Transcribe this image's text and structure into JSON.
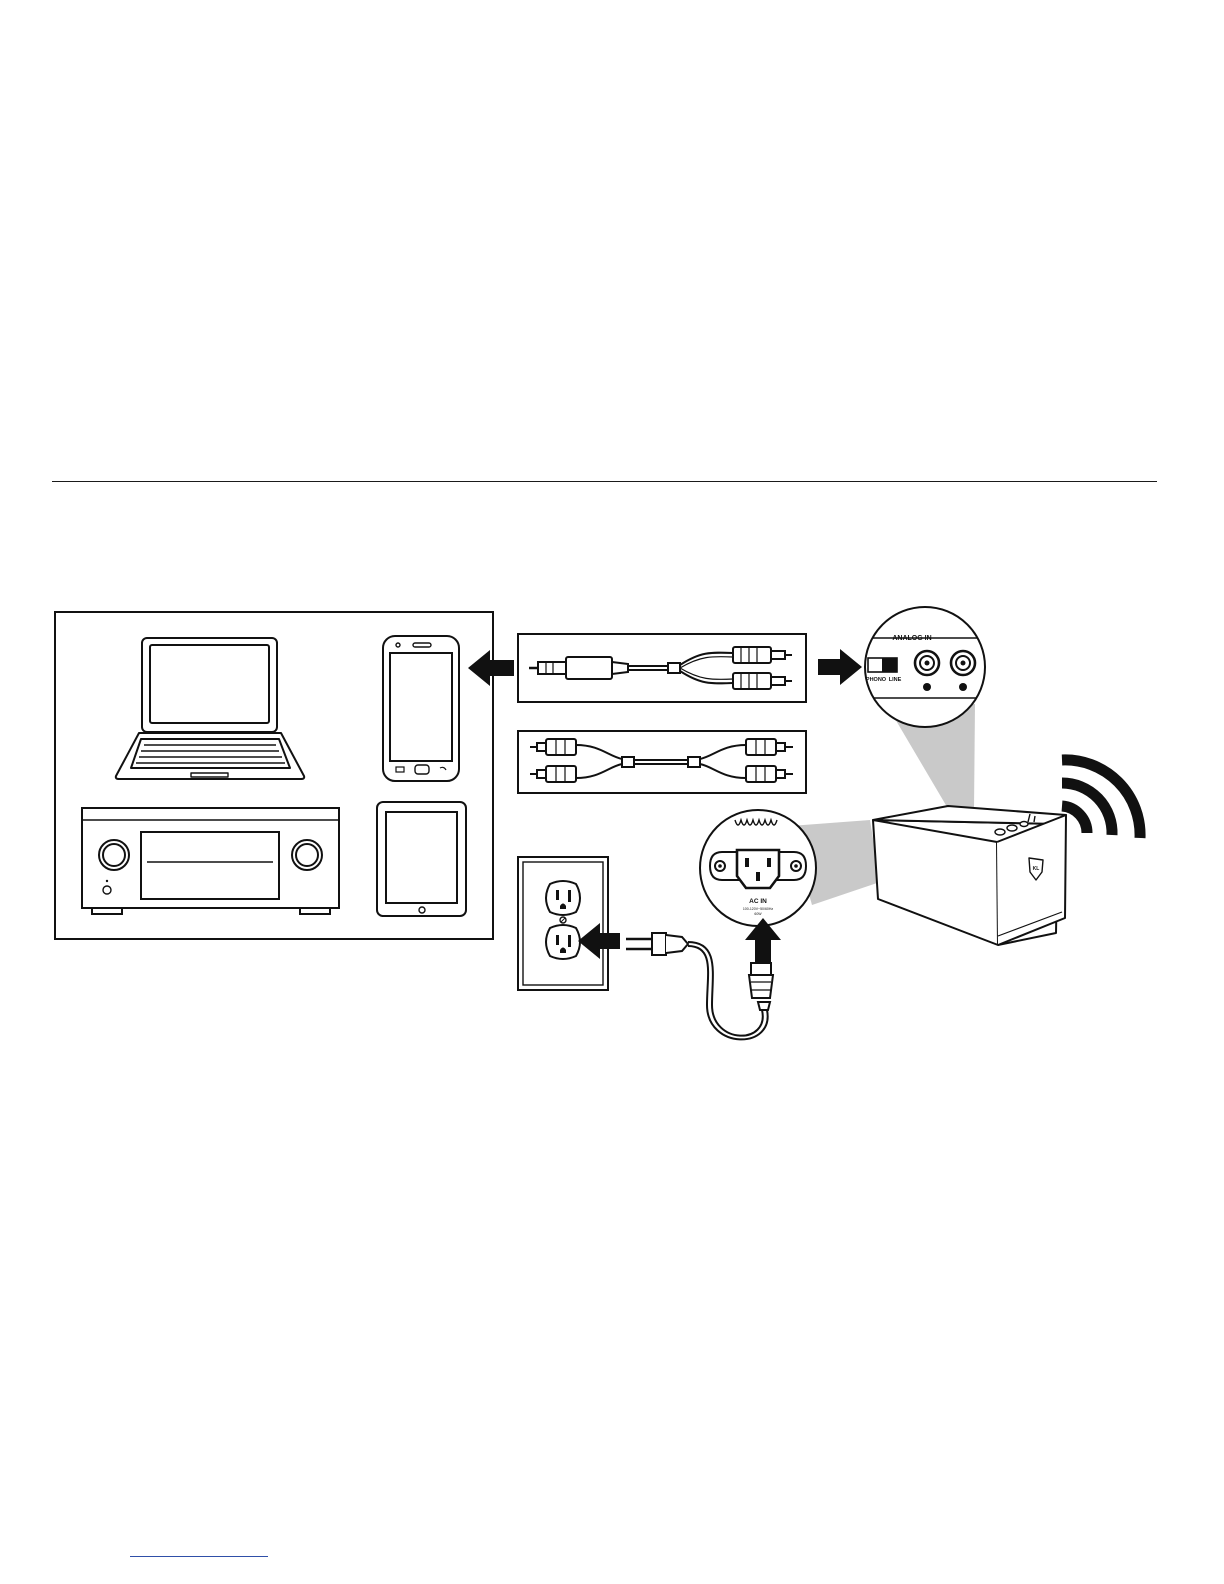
{
  "diagram": {
    "analog_panel": {
      "title": "ANALOG IN",
      "switch_left_label": "PHONO",
      "switch_right_label": "LINE"
    },
    "ac_panel": {
      "title": "AC IN",
      "rating_line1": "100-120V~50/60Hz",
      "rating_line2": "60W"
    },
    "speaker_logo": "KL"
  },
  "colors": {
    "ink": "#111111",
    "zoom_cone": "#c9c9c9",
    "divider": "#1a1a1a",
    "link_underline": "#2f4fa8"
  },
  "icons": [
    "laptop-icon",
    "smartphone-icon",
    "av-receiver-icon",
    "tablet-icon",
    "arrow-left-icon",
    "arrow-right-icon",
    "arrow-up-icon",
    "wall-outlet-icon",
    "power-cord-icon",
    "wireless-signal-icon",
    "speaker-icon"
  ]
}
